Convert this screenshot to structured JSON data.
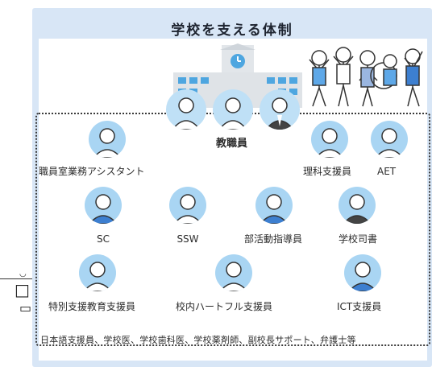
{
  "title": "学校を支える体制",
  "central": {
    "label": "教職員"
  },
  "roles": [
    {
      "id": "office-assistant",
      "label": "職員室業務アシスタント"
    },
    {
      "id": "science-support",
      "label": "理科支援員"
    },
    {
      "id": "aet",
      "label": "AET"
    },
    {
      "id": "sc",
      "label": "SC"
    },
    {
      "id": "ssw",
      "label": "SSW"
    },
    {
      "id": "club-instructor",
      "label": "部活動指導員"
    },
    {
      "id": "school-librarian",
      "label": "学校司書"
    },
    {
      "id": "special-needs-support",
      "label": "特別支援教育支援員"
    },
    {
      "id": "heartful-support",
      "label": "校内ハートフル支援員"
    },
    {
      "id": "ict-support",
      "label": "ICT支援員"
    }
  ],
  "footer": "日本語支援員、学校医、学校歯科医、学校薬剤師、副校長サポート、弁護士等",
  "colors": {
    "panel_bg": "#d8e6f6",
    "avatar_bg": "#a9d5f3",
    "building": "#d9dde2",
    "window": "#4ea6e0",
    "border": "#3a3a3a"
  }
}
